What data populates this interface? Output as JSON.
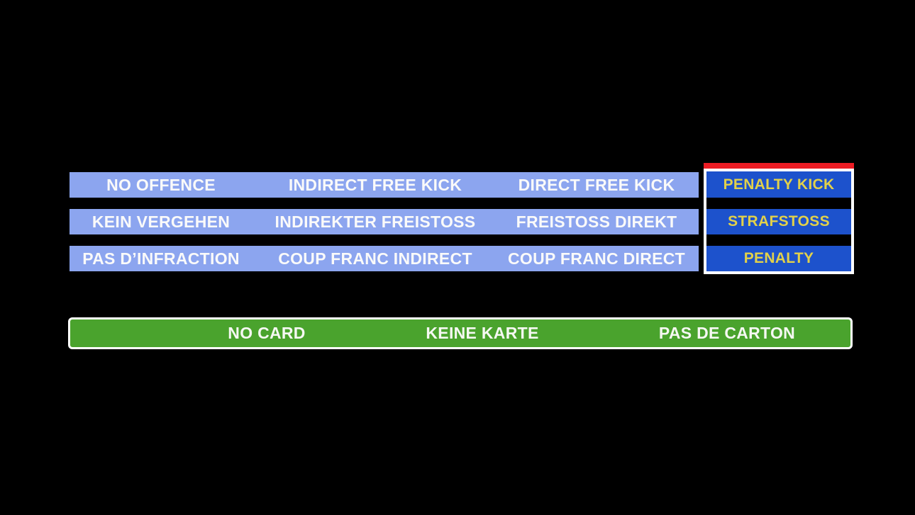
{
  "colors": {
    "background": "#000000",
    "row_bg": "#8CA5EF",
    "row_text": "#FAFAFA",
    "selected_bg": "#1D52CC",
    "selected_text": "#E2D14A",
    "selected_marker": "#EC1C24",
    "selected_border": "#FFFFFF",
    "card_bar_bg": "#4AA32D",
    "card_bar_border": "#FFFFFF",
    "card_bar_text": "#F5F8F2"
  },
  "decision_table": {
    "rows": [
      {
        "language": "english",
        "cells": [
          "NO OFFENCE",
          "INDIRECT FREE KICK",
          "DIRECT FREE KICK"
        ],
        "selected": "PENALTY KICK"
      },
      {
        "language": "german",
        "cells": [
          "KEIN VERGEHEN",
          "INDIREKTER FREISTOSS",
          "FREISTOSS DIREKT"
        ],
        "selected": "STRAFSTOSS"
      },
      {
        "language": "french",
        "cells": [
          "PAS D’INFRACTION",
          "COUP FRANC INDIRECT",
          "COUP FRANC DIRECT"
        ],
        "selected": "PENALTY"
      }
    ]
  },
  "card_bar": {
    "labels": [
      "NO CARD",
      "KEINE KARTE",
      "PAS DE CARTON"
    ]
  }
}
